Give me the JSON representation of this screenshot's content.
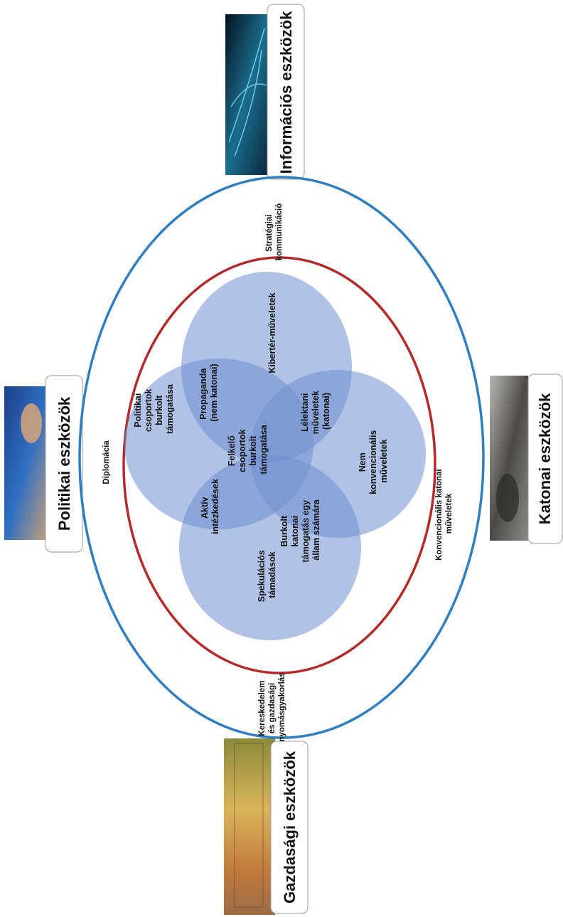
{
  "colors": {
    "outer_ring": "#2f7fc0",
    "inner_ring": "#b22a2a",
    "venn_fill": "#6f8fd0"
  },
  "instruments": {
    "political": "Politikai eszközök",
    "information": "Információs eszközök",
    "military": "Katonai eszközök",
    "economic": "Gazdasági eszközök"
  },
  "ring_labels": {
    "diplomacy": "Diplomácia",
    "strategic_communication": [
      "Stratégiai",
      "kommunikáció"
    ],
    "conventional_military": [
      "Konvencionális katonai",
      "műveletek"
    ],
    "trade": [
      "Kereskedelem",
      "és gazdasági",
      "nyomásgyakorlás"
    ]
  },
  "venn_labels": {
    "covert_political_support": [
      "Politikai",
      "csoportok",
      "burkolt",
      "támogatása"
    ],
    "propaganda": [
      "Propaganda",
      "(nem katonai)"
    ],
    "cyber": "Kibertér-műveletek",
    "psyops": [
      "Lélektani",
      "műveletek",
      "(katonai)"
    ],
    "unconventional": [
      "Nem",
      "konvencionális",
      "műveletek"
    ],
    "insurgent_support": [
      "Felkelő",
      "csoportok",
      "burkolt",
      "támogatása"
    ],
    "active_measures": [
      "Aktív",
      "intézkedések"
    ],
    "covert_state_support": [
      "Burkolt",
      "katonai",
      "támogatás egy",
      "állam számára"
    ],
    "speculative_attacks": [
      "Spekulációs",
      "támadások"
    ]
  }
}
